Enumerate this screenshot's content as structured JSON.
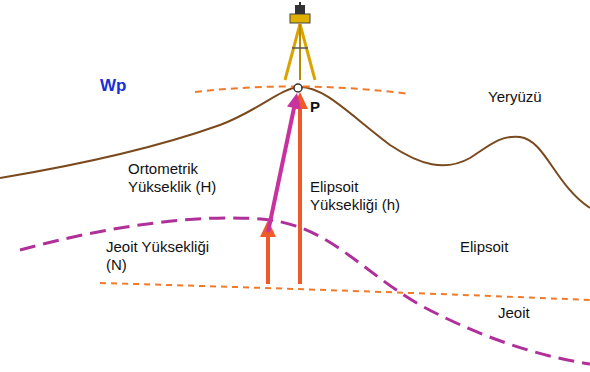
{
  "diagram": {
    "labels": [
      "Wp",
      "P",
      "Yeryüzü",
      "Ortometrik Yükseklik (H)",
      "Elipsoit Yüksekliği (h)",
      "Jeoit Yüksekliği (N)",
      "Elipsoit",
      "Jeoit"
    ]
  }
}
